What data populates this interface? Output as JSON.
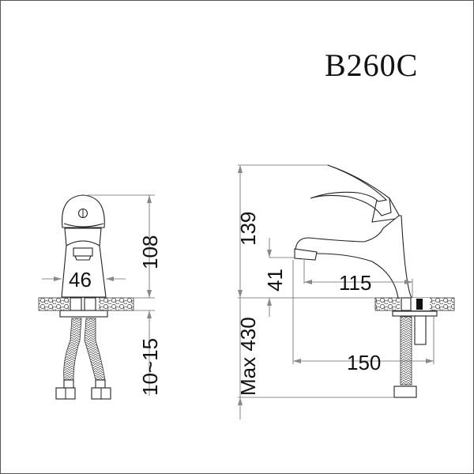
{
  "title": "B260C",
  "front_view": {
    "dimensions": {
      "height": "108",
      "width": "46",
      "thickness": "10~15"
    }
  },
  "side_view": {
    "dimensions": {
      "total_height": "139",
      "spout_height": "41",
      "spout_reach": "115",
      "depth": "150",
      "max_hose": "Max 430"
    }
  },
  "colors": {
    "line": "#222222",
    "dimension_line": "#666666",
    "border": "#555555"
  }
}
